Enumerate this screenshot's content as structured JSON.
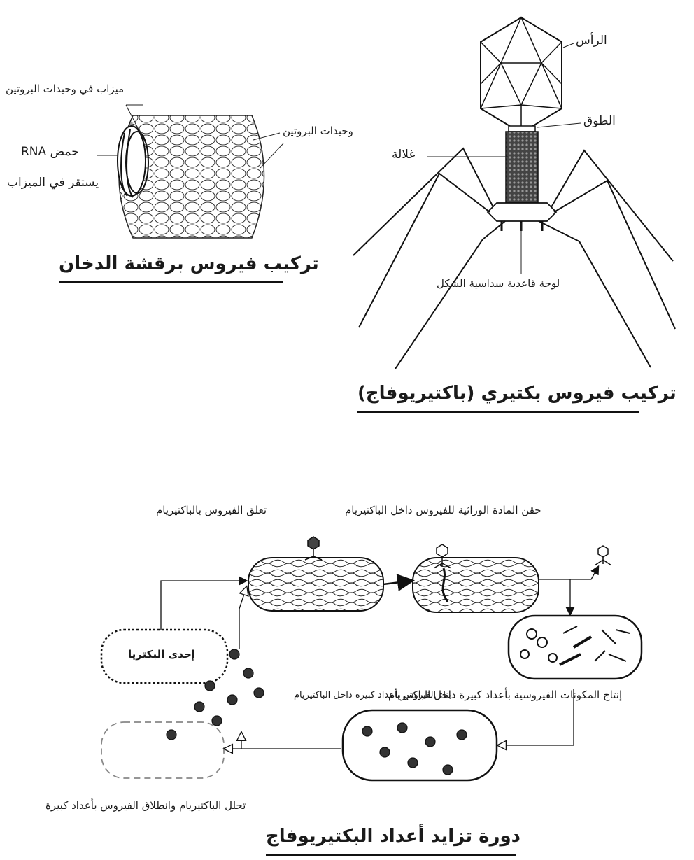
{
  "tmv": {
    "title": "تركيب فيروس برقشة الدخان",
    "groove": "ميزاب في وحيدات البروتين",
    "subunits": "وحيدات البروتين",
    "rna": "حمض RNA",
    "rna_sub": "يستقر في الميزاب"
  },
  "phage": {
    "title": "تركيب فيروس بكتيري (باكتيريوفاج)",
    "head": "الرأس",
    "collar": "الطوق",
    "sheath": "غلالة",
    "baseplate": "لوحة قاعدية سداسية الشكل"
  },
  "cycle": {
    "title": "دورة تزايد أعداد البكتيريوفاج",
    "attach": "تعلق الفيروس بالباكتيريام",
    "inject": "حقن المادة الوراثية للفيروس داخل الباكتيريام",
    "produce": "إنتاج المكونات الفيروسية بأعداد كبيرة داخل الباكتيريام",
    "assemble": "بناء الفيروس بأعداد كبيرة داخل الباكتيريام",
    "lysis": "تحلل الباكتيريام وانطلاق الفيروس بأعداد كبيرة",
    "bacterium": "إحدى البكتريا"
  }
}
